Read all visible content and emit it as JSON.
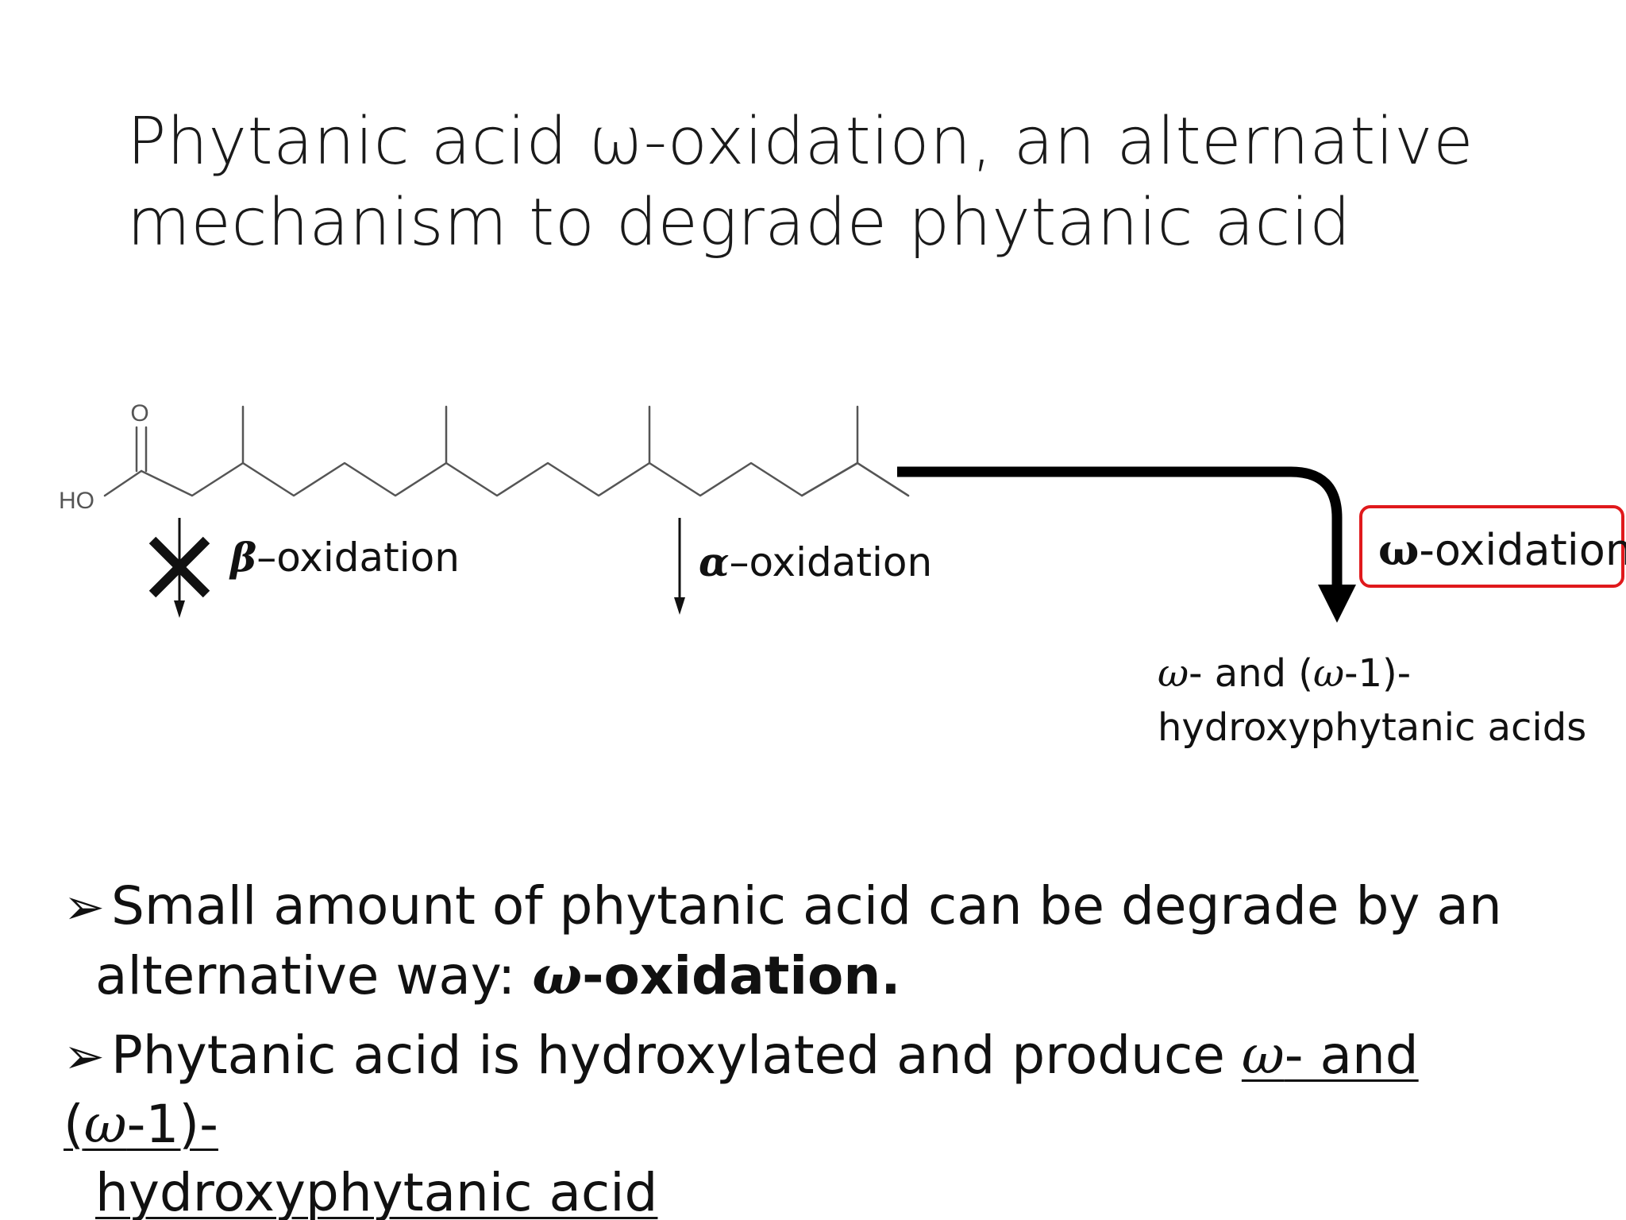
{
  "title": {
    "line1": "Phytanic acid ω-oxidation, an alternative",
    "line2": "mechanism to degrade phytanic acid"
  },
  "diagram": {
    "atom_oxygen": "O",
    "atom_hydroxyl": "HO",
    "beta_symbol": "β",
    "beta_text": "–oxidation",
    "alpha_symbol": "α",
    "alpha_text": "–oxidation",
    "omega_symbol": "ω",
    "omega_text": "-oxidation",
    "omega_box_color": "#e0191c",
    "product": {
      "omega1": "ω",
      "text1": "- and (",
      "omega2": "ω",
      "text2": "-1)-",
      "line2": "hydroxyphytanic acids"
    }
  },
  "bullets": [
    {
      "marker": "➢",
      "text": "Small amount of phytanic acid can be degrade by an",
      "cont_text": "alternative way: ",
      "bold_symbol": "ω",
      "bold_text": "-oxidation."
    },
    {
      "marker": "➢",
      "text": "Phytanic acid is hydroxylated and produce ",
      "u_omega1": "ω",
      "u_text1": "- and (",
      "u_omega2": "ω",
      "u_text2": "-1)-",
      "cont_underlined": "hydroxyphytanic acid"
    }
  ]
}
